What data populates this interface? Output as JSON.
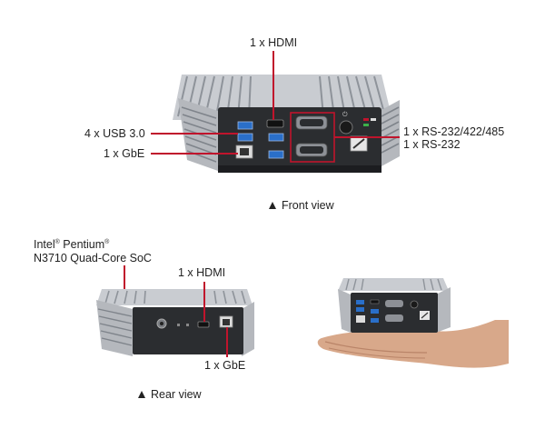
{
  "front": {
    "label_hdmi": "1 x HDMI",
    "label_usb": "4 x USB 3.0",
    "label_gbe": "1 x GbE",
    "label_rs232_422_485": "1 x RS-232/422/485",
    "label_rs232": "1 x RS-232",
    "caption": "Front view"
  },
  "rear": {
    "cpu_line1_a": "Intel",
    "cpu_line1_reg": "®",
    "cpu_line1_b": " Pentium",
    "cpu_line1_reg2": "®",
    "cpu_line2": "N3710 Quad-Core SoC",
    "label_hdmi": "1 x HDMI",
    "label_gbe": "1 x GbE",
    "caption": "Rear view"
  },
  "colors": {
    "callout": "#c0142c",
    "usb_blue": "#2a6fc9",
    "chassis_dark": "#2b2d30",
    "fin_silver": "#b9bcc1"
  }
}
